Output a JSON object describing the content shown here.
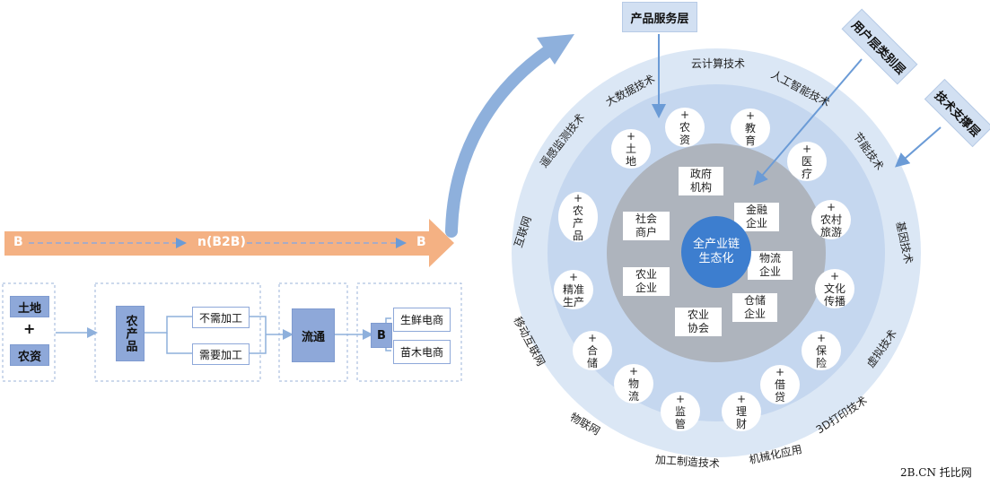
{
  "top_arrow": {
    "start": "B",
    "middle": "n(B2B)",
    "end": "B",
    "color": "#f4b183"
  },
  "flow": {
    "source_top": "土地",
    "plus": "+",
    "source_bottom": "农资",
    "product": "农产品",
    "branch_top": "不需加工",
    "branch_bottom": "需要加工",
    "circulation": "流通",
    "b": "B",
    "ecommerce_top": "生鲜电商",
    "ecommerce_bottom": "苗木电商"
  },
  "layers": {
    "product_service": "产品服务层",
    "user_category": "用户层类别层",
    "tech_support": "技术支撑层"
  },
  "center": "全产业链\n生态化",
  "inner_nodes": [
    "政府\n机构",
    "金融\n企业",
    "物流\n企业",
    "仓储\n企业",
    "农业\n协会",
    "农业\n企业",
    "社会\n商户"
  ],
  "middle_bubbles": [
    "+\n农\n资",
    "+\n教\n育",
    "+\n医\n疗",
    "+\n农村\n旅游",
    "+\n文化\n传播",
    "+\n保\n险",
    "+\n借\n贷",
    "+\n理\n财",
    "+\n监\n管",
    "+\n物\n流",
    "+\n合\n储",
    "+\n精准\n生产",
    "+\n农\n产\n品",
    "+\n土\n地"
  ],
  "outer_tech": [
    "云计算技术",
    "人工智能技术",
    "节能技术",
    "基因技术",
    "虚拟技术",
    "3D打印技术",
    "机械化应用",
    "加工制造技术",
    "物联网",
    "移动互联网",
    "互联网",
    "遥感监测技术",
    "大数据技术"
  ],
  "watermark": "2B.CN 托比网",
  "colors": {
    "outer_ring": "#dbe7f5",
    "middle_ring": "#c5d7ef",
    "inner_gray": "#aeb4bd",
    "core": "#3d7ecf",
    "flow_dark": "#8ea8d9",
    "curved_arrow": "#8eb0dc"
  }
}
